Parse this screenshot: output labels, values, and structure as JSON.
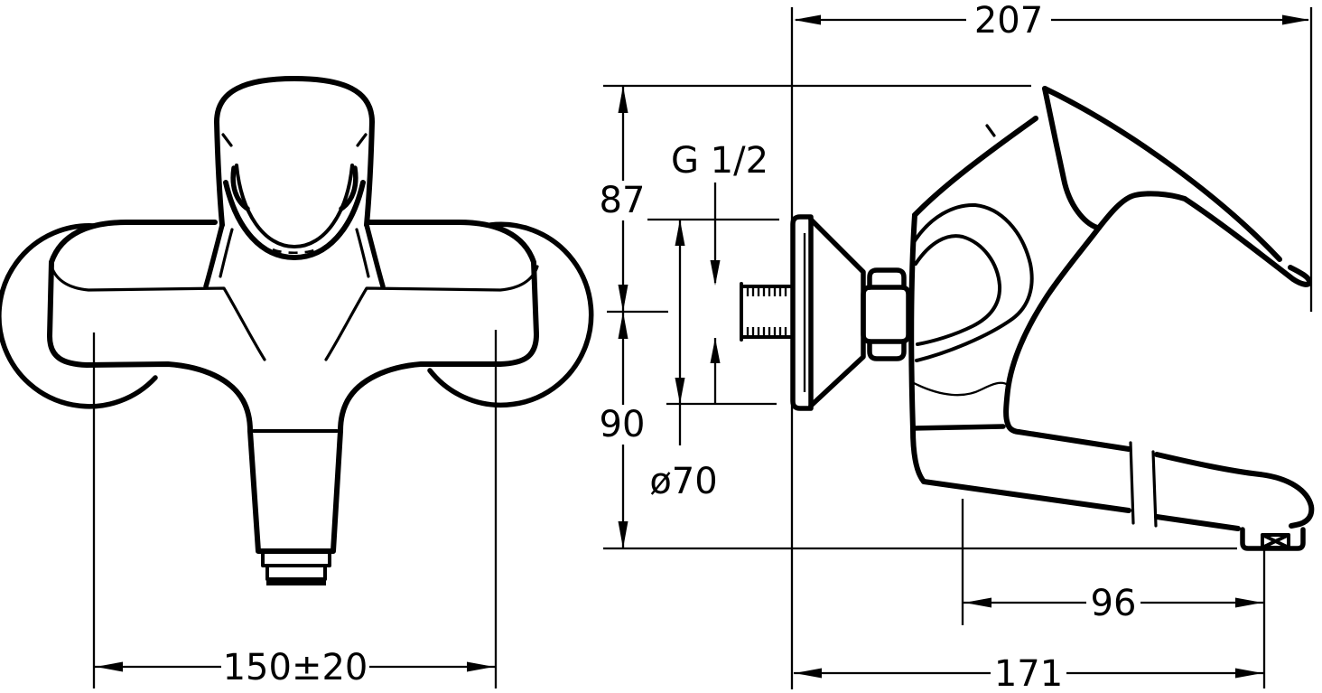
{
  "diagram": {
    "background_color": "#ffffff",
    "line_color": "#000000",
    "labels": {
      "depth_total": "207",
      "height_above_axis": "87",
      "thread": "G 1/2",
      "height_below_axis": "90",
      "flange_diameter": "ø70",
      "spout_reach_inner": "96",
      "spout_reach_total": "171",
      "mounting_distance": "150±20"
    }
  }
}
